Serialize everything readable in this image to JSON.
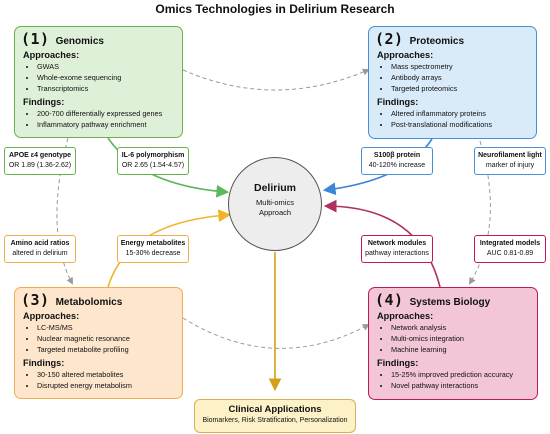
{
  "title": "Omics Technologies in Delirium Research",
  "panels": {
    "genomics": {
      "num": "(1)",
      "name": "Genomics",
      "approaches_label": "Approaches:",
      "approaches": [
        "GWAS",
        "Whole-exome sequencing",
        "Transcriptomics"
      ],
      "findings_label": "Findings:",
      "findings": [
        "200-700 differentially expressed genes",
        "Inflammatory pathway enrichment"
      ]
    },
    "proteomics": {
      "num": "(2)",
      "name": "Proteomics",
      "approaches_label": "Approaches:",
      "approaches": [
        "Mass spectrometry",
        "Antibody arrays",
        "Targeted proteomics"
      ],
      "findings_label": "Findings:",
      "findings": [
        "Altered inflammatory proteins",
        "Post-translational modifications"
      ]
    },
    "metabolomics": {
      "num": "(3)",
      "name": "Metabolomics",
      "approaches_label": "Approaches:",
      "approaches": [
        "LC-MS/MS",
        "Nuclear magnetic resonance",
        "Targeted metabolite profiling"
      ],
      "findings_label": "Findings:",
      "findings": [
        "30-150 altered metabolites",
        "Disrupted energy metabolism"
      ]
    },
    "systems": {
      "num": "(4)",
      "name": "Systems Biology",
      "approaches_label": "Approaches:",
      "approaches": [
        "Network analysis",
        "Multi-omics integration",
        "Machine learning"
      ],
      "findings_label": "Findings:",
      "findings": [
        "15-25% improved prediction accuracy",
        "Novel pathway interactions"
      ]
    }
  },
  "boxes": {
    "apoe": {
      "title": "APOE ε4 genotype",
      "sub": "OR 1.89 (1.36-2.62)"
    },
    "il6": {
      "title": "IL-6 polymorphism",
      "sub": "OR 2.65 (1.54-4.57)"
    },
    "s100b": {
      "title": "S100β protein",
      "sub": "40-120% increase"
    },
    "nfl": {
      "title": "Neurofilament light",
      "sub": "marker of injury"
    },
    "amino": {
      "title": "Amino acid ratios",
      "sub": "altered in delirium"
    },
    "energy": {
      "title": "Energy metabolites",
      "sub": "15-30% decrease"
    },
    "network": {
      "title": "Network modules",
      "sub": "pathway interactions"
    },
    "integrated": {
      "title": "Integrated models",
      "sub": "AUC 0.81-0.89"
    }
  },
  "center": {
    "title": "Delirium",
    "line1": "Multi-omics",
    "line2": "Approach"
  },
  "clinical": {
    "title": "Clinical Applications",
    "sub": "Biomarkers, Risk Stratification, Personalization"
  },
  "colors": {
    "genomics_bg": "#dff0d8",
    "genomics_border": "#6ab04c",
    "genomics_arrow": "#5cb85c",
    "proteomics_bg": "#d9eaf8",
    "proteomics_border": "#4a90d9",
    "proteomics_arrow": "#3a87d6",
    "metabolomics_bg": "#fde6cc",
    "metabolomics_border": "#f0ad4e",
    "metabolomics_arrow": "#f0b429",
    "systems_bg": "#f2c6d6",
    "systems_border": "#c2185b",
    "systems_arrow": "#b03060",
    "clinical_arrow": "#d4a017",
    "dashed": "#9a9a9a"
  }
}
